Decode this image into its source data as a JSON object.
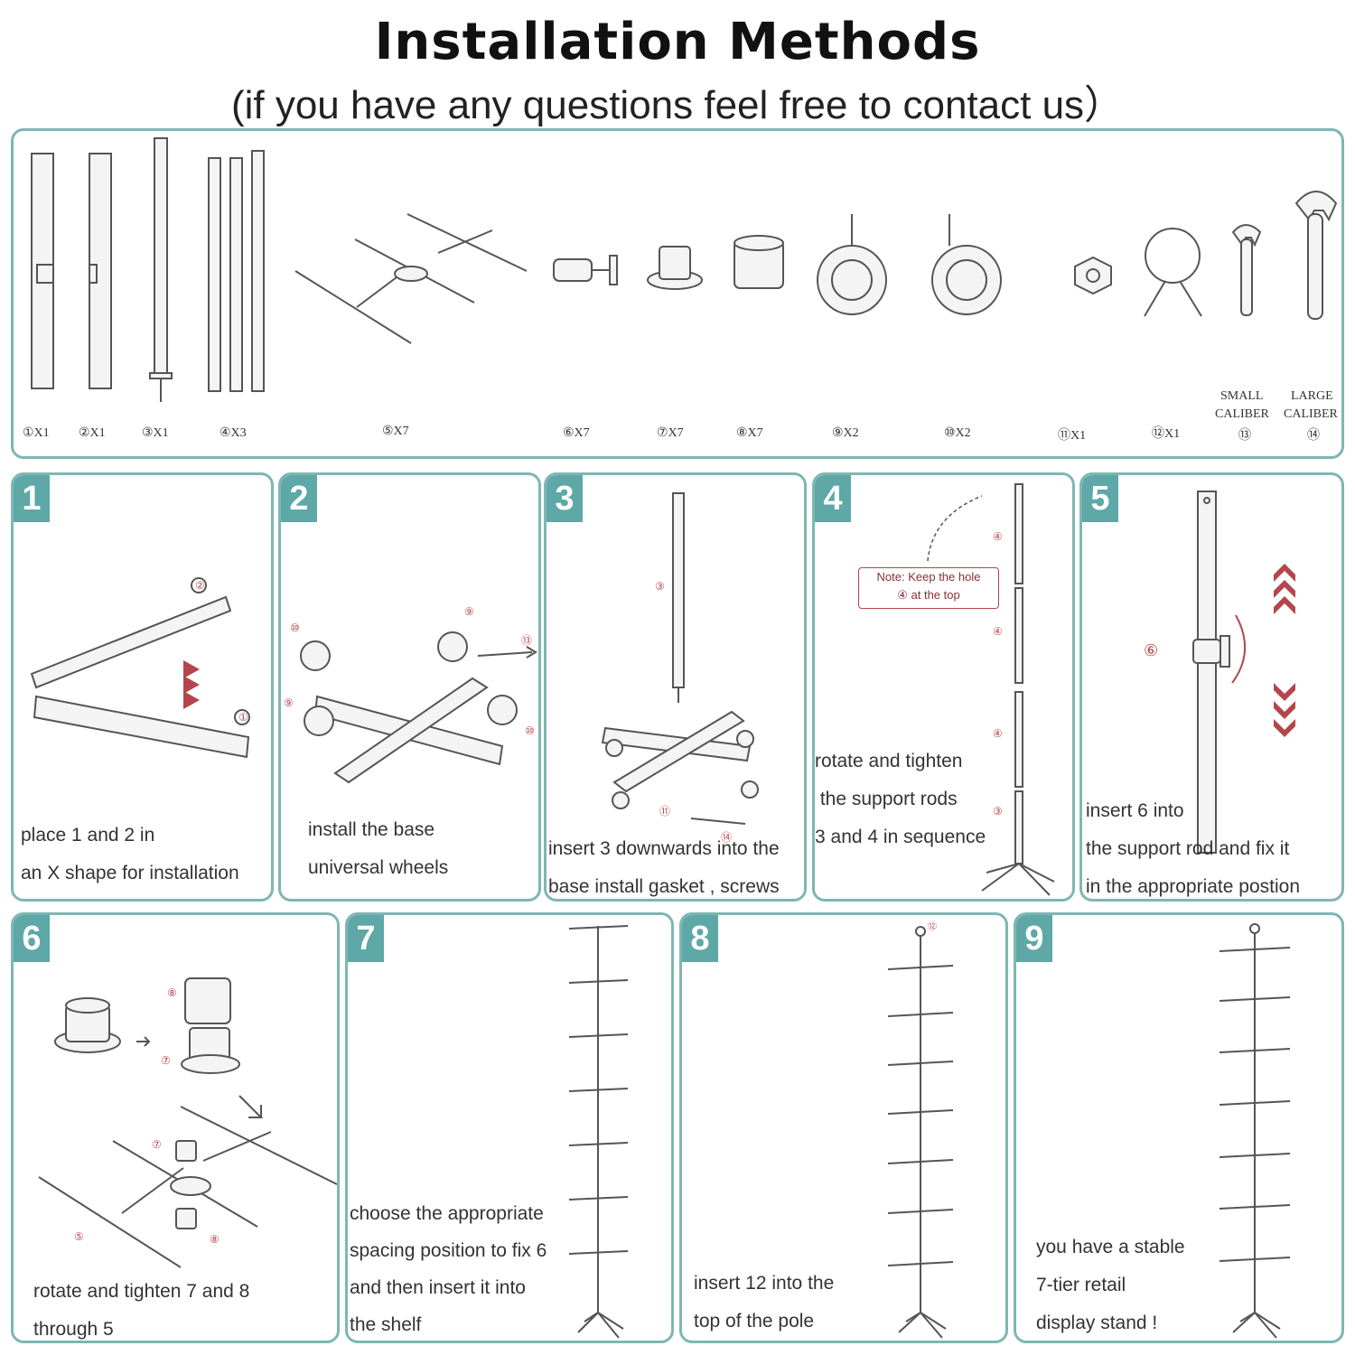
{
  "header": {
    "title": "Installation Methods",
    "subtitle": "(if you have any questions feel free to contact us）"
  },
  "parts": [
    {
      "label": "①X1"
    },
    {
      "label": "②X1"
    },
    {
      "label": "③X1"
    },
    {
      "label": "④X3"
    },
    {
      "label": "⑤X7"
    },
    {
      "label": "⑥X7"
    },
    {
      "label": "⑦X7"
    },
    {
      "label": "⑧X7"
    },
    {
      "label": "⑨X2"
    },
    {
      "label": "⑩X2"
    },
    {
      "label": "⑪X1"
    },
    {
      "label": "⑫X1"
    },
    {
      "label": "⑬",
      "caption_line1": "SMALL",
      "caption_line2": "CALIBER"
    },
    {
      "label": "⑭",
      "caption_line1": "LARGE",
      "caption_line2": "CALIBER"
    }
  ],
  "steps": [
    {
      "number": "1",
      "lines": [
        "place 1 and 2 in",
        "an X shape for installation"
      ]
    },
    {
      "number": "2",
      "lines": [
        "install the base",
        "universal wheels"
      ]
    },
    {
      "number": "3",
      "lines": [
        "insert 3 downwards into the",
        "base install gasket , screws"
      ]
    },
    {
      "number": "4",
      "lines": [
        "rotate and tighten",
        " the support rods",
        "3 and 4 in sequence"
      ],
      "note_line1": "Note: Keep the hole",
      "note_line2": "④ at the top"
    },
    {
      "number": "5",
      "lines": [
        "insert 6 into",
        "the support rod and fix it",
        "in the appropriate postion"
      ]
    },
    {
      "number": "6",
      "lines": [
        "rotate and tighten 7 and 8",
        "through 5"
      ]
    },
    {
      "number": "7",
      "lines": [
        "choose the appropriate",
        "spacing position to fix 6",
        "and then insert it into",
        "the shelf"
      ]
    },
    {
      "number": "8",
      "lines": [
        "insert 12 into the",
        "top of the pole"
      ]
    },
    {
      "number": "9",
      "lines": [
        "you have a stable",
        "7-tier retail",
        "display stand !"
      ]
    }
  ],
  "callouts": {
    "s1": [
      "②",
      "①"
    ],
    "s2": [
      "⑩",
      "⑨",
      "⑬",
      "⑨",
      "⑩"
    ],
    "s3": [
      "③",
      "⑪",
      "⑭"
    ],
    "s4": [
      "④",
      "④",
      "④",
      "③"
    ],
    "s5": [
      "⑥"
    ],
    "s6": [
      "⑧",
      "⑦",
      "⑦",
      "⑤",
      "⑧"
    ],
    "s8": [
      "⑫"
    ]
  },
  "colors": {
    "accent": "#5ea8a7",
    "border": "#7fb6b3",
    "arrow": "#b5454a"
  }
}
